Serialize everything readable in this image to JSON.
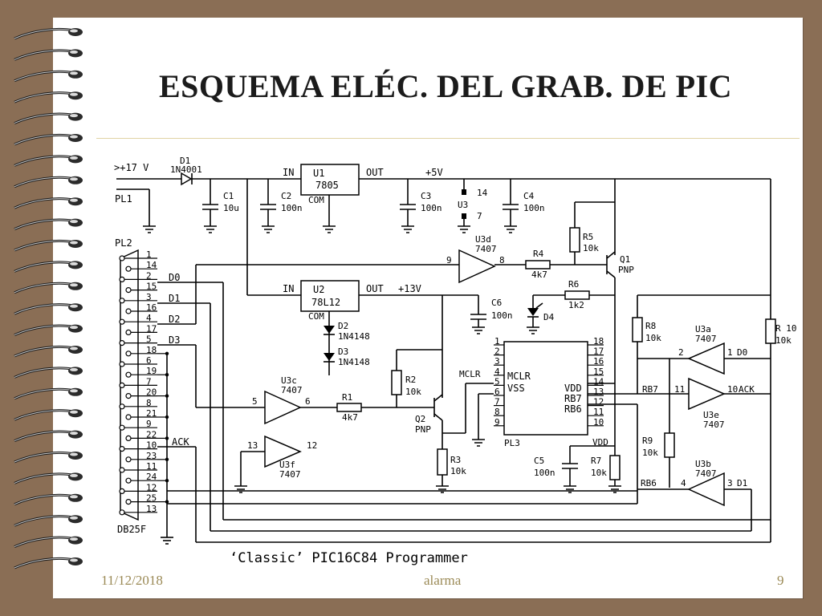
{
  "slide": {
    "title": "ESQUEMA ELÉC. DEL GRAB. DE PIC",
    "footer": {
      "date": "11/12/2018",
      "center": "alarma",
      "page_number": "9"
    }
  },
  "schematic": {
    "caption": "‘Classic’ PIC16C84 Programmer",
    "power_input": {
      "voltage": ">+17 V",
      "connector": "PL1"
    },
    "diode_d1": {
      "ref": "D1",
      "part": "1N4001"
    },
    "regulator_u1": {
      "ref": "U1",
      "part": "7805",
      "in": "IN",
      "out": "OUT",
      "com": "COM"
    },
    "regulator_u2": {
      "ref": "U2",
      "part": "78L12",
      "in": "IN",
      "out": "OUT",
      "com": "COM"
    },
    "rails": {
      "plus5": "+5V",
      "plus13": "+13V"
    },
    "capacitors": [
      {
        "ref": "C1",
        "value": "10u"
      },
      {
        "ref": "C2",
        "value": "100n"
      },
      {
        "ref": "C3",
        "value": "100n"
      },
      {
        "ref": "C4",
        "value": "100n"
      },
      {
        "ref": "C5",
        "value": "100n"
      },
      {
        "ref": "C6",
        "value": "100n"
      }
    ],
    "resistors": [
      {
        "ref": "R1",
        "value": "4k7"
      },
      {
        "ref": "R2",
        "value": "10k"
      },
      {
        "ref": "R3",
        "value": "10k"
      },
      {
        "ref": "R4",
        "value": "4k7"
      },
      {
        "ref": "R5",
        "value": "10k"
      },
      {
        "ref": "R6",
        "value": "1k2"
      },
      {
        "ref": "R7",
        "value": "10k"
      },
      {
        "ref": "R8",
        "value": "10k"
      },
      {
        "ref": "R9",
        "value": "10k"
      },
      {
        "ref": "R 10",
        "value": "10k"
      }
    ],
    "diodes": [
      {
        "ref": "D2",
        "part": "1N4148"
      },
      {
        "ref": "D3",
        "part": "1N4148"
      },
      {
        "ref": "D4",
        "part": ""
      }
    ],
    "transistors": [
      {
        "ref": "Q1",
        "type": "PNP"
      },
      {
        "ref": "Q2",
        "type": "PNP"
      }
    ],
    "u3_supply": {
      "ref": "U3",
      "pin_vcc": "14",
      "pin_gnd": "7"
    },
    "buffers": [
      {
        "ref": "U3d",
        "part": "7407",
        "in_pin": "9",
        "out_pin": "8"
      },
      {
        "ref": "U3c",
        "part": "7407",
        "in_pin": "5",
        "out_pin": "6"
      },
      {
        "ref": "U3f",
        "part": "7407",
        "in_pin": "13",
        "out_pin": "12"
      },
      {
        "ref": "U3a",
        "part": "7407",
        "in_pin": "1",
        "out_pin": "2"
      },
      {
        "ref": "U3e",
        "part": "7407",
        "in_pin": "11",
        "out_pin": "10"
      },
      {
        "ref": "U3b",
        "part": "7407",
        "in_pin": "3",
        "out_pin": "4"
      }
    ],
    "net_labels": {
      "d0": "D0",
      "d1": "D1",
      "d2": "D2",
      "d3": "D3",
      "ack": "ACK",
      "mclr": "MCLR",
      "rb7": "RB7",
      "rb6": "RB6",
      "vdd": "VDD",
      "vss": "VSS"
    },
    "pl2": {
      "ref": "PL2",
      "part": "DB25F",
      "pins": [
        "1",
        "14",
        "2",
        "15",
        "3",
        "16",
        "4",
        "17",
        "5",
        "18",
        "6",
        "19",
        "7",
        "20",
        "8",
        "21",
        "9",
        "22",
        "10",
        "23",
        "11",
        "24",
        "12",
        "25",
        "13"
      ]
    },
    "pl3": {
      "ref": "PL3",
      "left_pins": [
        "1",
        "2",
        "3",
        "4",
        "5",
        "6",
        "7",
        "8",
        "9"
      ],
      "right_pins": [
        "18",
        "17",
        "16",
        "15",
        "14",
        "13",
        "12",
        "11",
        "10"
      ],
      "inner_left": [
        "MCLR",
        "VSS"
      ],
      "inner_right": [
        "VDD",
        "RB7",
        "RB6"
      ]
    }
  }
}
